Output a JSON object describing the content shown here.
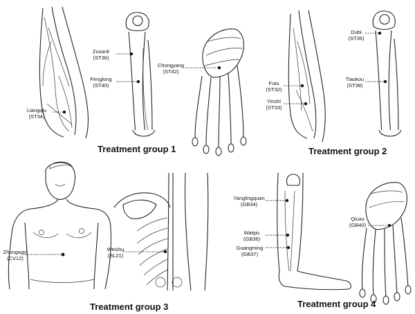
{
  "groups": [
    {
      "title": "Treatment group 1",
      "points": [
        {
          "name": "Liangqiu",
          "code": "(ST34)"
        },
        {
          "name": "Zusanli",
          "code": "(ST36)"
        },
        {
          "name": "Fenglong",
          "code": "(ST40)"
        },
        {
          "name": "Chongyang",
          "code": "(ST42)"
        }
      ]
    },
    {
      "title": "Treatment group 2",
      "points": [
        {
          "name": "Dubi",
          "code": "(ST35)"
        },
        {
          "name": "Futu",
          "code": "(ST32)"
        },
        {
          "name": "Yinshi",
          "code": "(ST33)"
        },
        {
          "name": "Tiaokou",
          "code": "(ST38)"
        }
      ]
    },
    {
      "title": "Treatment group 3",
      "points": [
        {
          "name": "Zhongwan",
          "code": "(CV12)"
        },
        {
          "name": "Weishu",
          "code": "(BL21)"
        }
      ]
    },
    {
      "title": "Treatment group 4",
      "points": [
        {
          "name": "Yanglingquan",
          "code": "(GB34)"
        },
        {
          "name": "Waiqiu",
          "code": "(GB36)"
        },
        {
          "name": "Guangming",
          "code": "(GB37)"
        },
        {
          "name": "Qiuxu",
          "code": "(GB40)"
        }
      ]
    }
  ]
}
